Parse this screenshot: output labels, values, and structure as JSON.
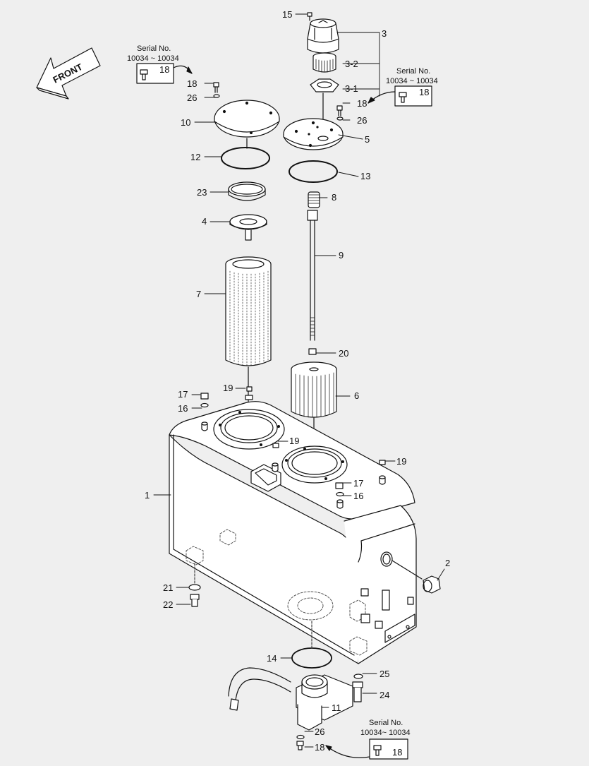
{
  "diagram": {
    "front_label": "FRONT",
    "serial_notes": [
      {
        "title": "Serial No.",
        "range": "10034 ~ 10034",
        "part": "18"
      },
      {
        "title": "Serial No.",
        "range": "10034 ~ 10034",
        "part": "18"
      },
      {
        "title": "Serial No.",
        "range": "10034~ 10034",
        "part": "18"
      }
    ],
    "labels": [
      {
        "id": "p15",
        "text": "15"
      },
      {
        "id": "p3",
        "text": "3"
      },
      {
        "id": "p3-2",
        "text": "3-2"
      },
      {
        "id": "p3-1",
        "text": "3-1"
      },
      {
        "id": "p18a",
        "text": "18"
      },
      {
        "id": "p26a",
        "text": "26"
      },
      {
        "id": "p10",
        "text": "10"
      },
      {
        "id": "p18b",
        "text": "18"
      },
      {
        "id": "p26b",
        "text": "26"
      },
      {
        "id": "p5",
        "text": "5"
      },
      {
        "id": "p12",
        "text": "12"
      },
      {
        "id": "p13",
        "text": "13"
      },
      {
        "id": "p23",
        "text": "23"
      },
      {
        "id": "p8",
        "text": "8"
      },
      {
        "id": "p4",
        "text": "4"
      },
      {
        "id": "p9",
        "text": "9"
      },
      {
        "id": "p7",
        "text": "7"
      },
      {
        "id": "p20",
        "text": "20"
      },
      {
        "id": "p19a",
        "text": "19"
      },
      {
        "id": "p6",
        "text": "6"
      },
      {
        "id": "p17a",
        "text": "17"
      },
      {
        "id": "p16a",
        "text": "16"
      },
      {
        "id": "p19b",
        "text": "19"
      },
      {
        "id": "p19c",
        "text": "19"
      },
      {
        "id": "p17b",
        "text": "17"
      },
      {
        "id": "p16b",
        "text": "16"
      },
      {
        "id": "p1",
        "text": "1"
      },
      {
        "id": "p2",
        "text": "2"
      },
      {
        "id": "p21",
        "text": "21"
      },
      {
        "id": "p22",
        "text": "22"
      },
      {
        "id": "p14",
        "text": "14"
      },
      {
        "id": "p25",
        "text": "25"
      },
      {
        "id": "p24",
        "text": "24"
      },
      {
        "id": "p11",
        "text": "11"
      },
      {
        "id": "p26c",
        "text": "26"
      },
      {
        "id": "p18c",
        "text": "18"
      }
    ],
    "colors": {
      "line": "#111111",
      "background": "#efefef",
      "dashed": "#444444"
    }
  }
}
